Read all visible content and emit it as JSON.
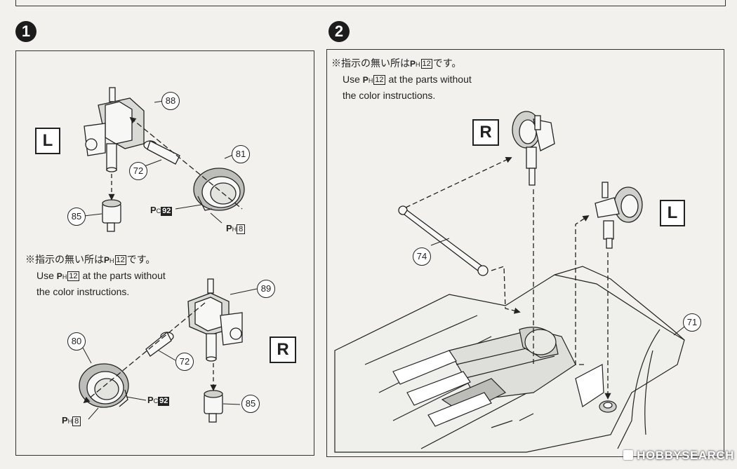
{
  "steps": [
    {
      "number": "1",
      "groups": [
        {
          "side_label": "L",
          "parts": {
            "bracket": "88",
            "cap": "81",
            "shaft": "72",
            "bushing": "85"
          },
          "codes": {
            "pc": {
              "letter": "P",
              "sub": "C",
              "num": "92"
            },
            "ph": {
              "letter": "P",
              "sub": "H",
              "num": "8"
            }
          }
        },
        {
          "side_label": "R",
          "parts": {
            "bracket": "89",
            "cap": "80",
            "shaft": "72",
            "bushing": "85"
          },
          "codes": {
            "pc": {
              "letter": "P",
              "sub": "C",
              "num": "92"
            },
            "ph": {
              "letter": "P",
              "sub": "H",
              "num": "8"
            }
          }
        }
      ],
      "note": {
        "jp_prefix": "※指示の無い所は",
        "jp_suffix": "です。",
        "ph_letter": "P",
        "ph_sub": "H",
        "ph_num": "12",
        "en_line1_pre": "Use",
        "en_line1_post": "at the parts without",
        "en_line2": "the color instructions."
      }
    },
    {
      "number": "2",
      "note": {
        "jp_prefix": "※指示の無い所は",
        "jp_suffix": "です。",
        "ph_letter": "P",
        "ph_sub": "H",
        "ph_num": "12",
        "en_line1_pre": "Use",
        "en_line1_post": "at the parts without",
        "en_line2": "the color instructions."
      },
      "side_labels": {
        "right": "R",
        "left": "L"
      },
      "parts": {
        "tie_rod": "74",
        "chassis": "71"
      }
    }
  ],
  "watermark": {
    "brand": "HOBBY",
    "suffix": "SEARCH"
  }
}
